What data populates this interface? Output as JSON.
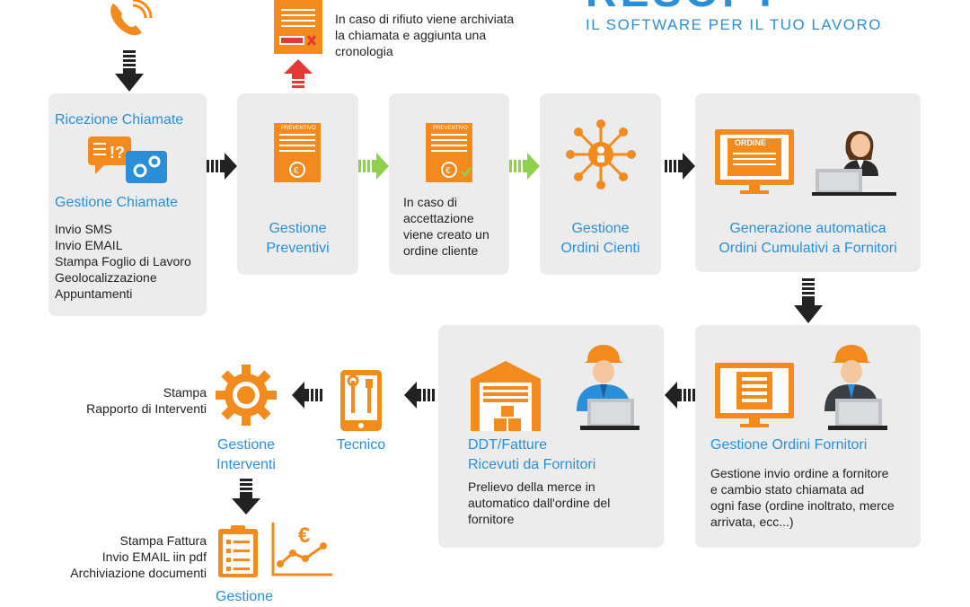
{
  "brand": {
    "logo_partial": "RESOFT",
    "tagline": "IL SOFTWARE PER IL TUO LAVORO"
  },
  "top_note": "In caso di rifiuto viene archiviata\nla chiamata e aggiunta una\ncronologia",
  "steps": {
    "ricezione": {
      "title1": "Ricezione Chiamate",
      "title2": "Gestione Chiamate",
      "details": "Invio SMS\nInvio EMAIL\nStampa Foglio di Lavoro\nGeolocalizzazione\nAppuntamenti"
    },
    "preventivi": {
      "title": "Gestione\nPreventivi",
      "doc_label": "PREVENTIVO"
    },
    "accettazione": {
      "text": "In caso di\naccettazione\nviene creato un\nordine cliente",
      "doc_label": "PREVENTIVO"
    },
    "ordini_clienti": {
      "title": "Gestione\nOrdini Cienti"
    },
    "generazione": {
      "title": "Generazione automatica\nOrdini Cumulativi a  Fornitori",
      "monitor_label": "ORDINE"
    },
    "ordini_fornitori": {
      "title": "Gestione Ordini Fornitori",
      "text": "Gestione invio ordine a fornitore\ne cambio stato chiamata ad\nogni fase (ordine inoltrato, merce\narrivata, ecc...)"
    },
    "ddt": {
      "title": "DDT/Fatture\nRicevuti da Fornitori",
      "text": "Prelievo della merce in\nautomatico dall'ordine del\nfornitore"
    },
    "tecnico": {
      "title": "Tecnico"
    },
    "interventi": {
      "title": "Gestione\nInterventi",
      "note": "Stampa\nRapporto di Interventi"
    },
    "fatturazione": {
      "title": "Gestione",
      "note": "Stampa Fattura\nInvio EMAIL iin pdf\nArchiviazione documenti"
    }
  },
  "colors": {
    "orange": "#f28a1e",
    "blue": "#2a8fd8",
    "box": "#ececec",
    "green": "#8fd14f",
    "red": "#e53935",
    "dark": "#222222"
  }
}
